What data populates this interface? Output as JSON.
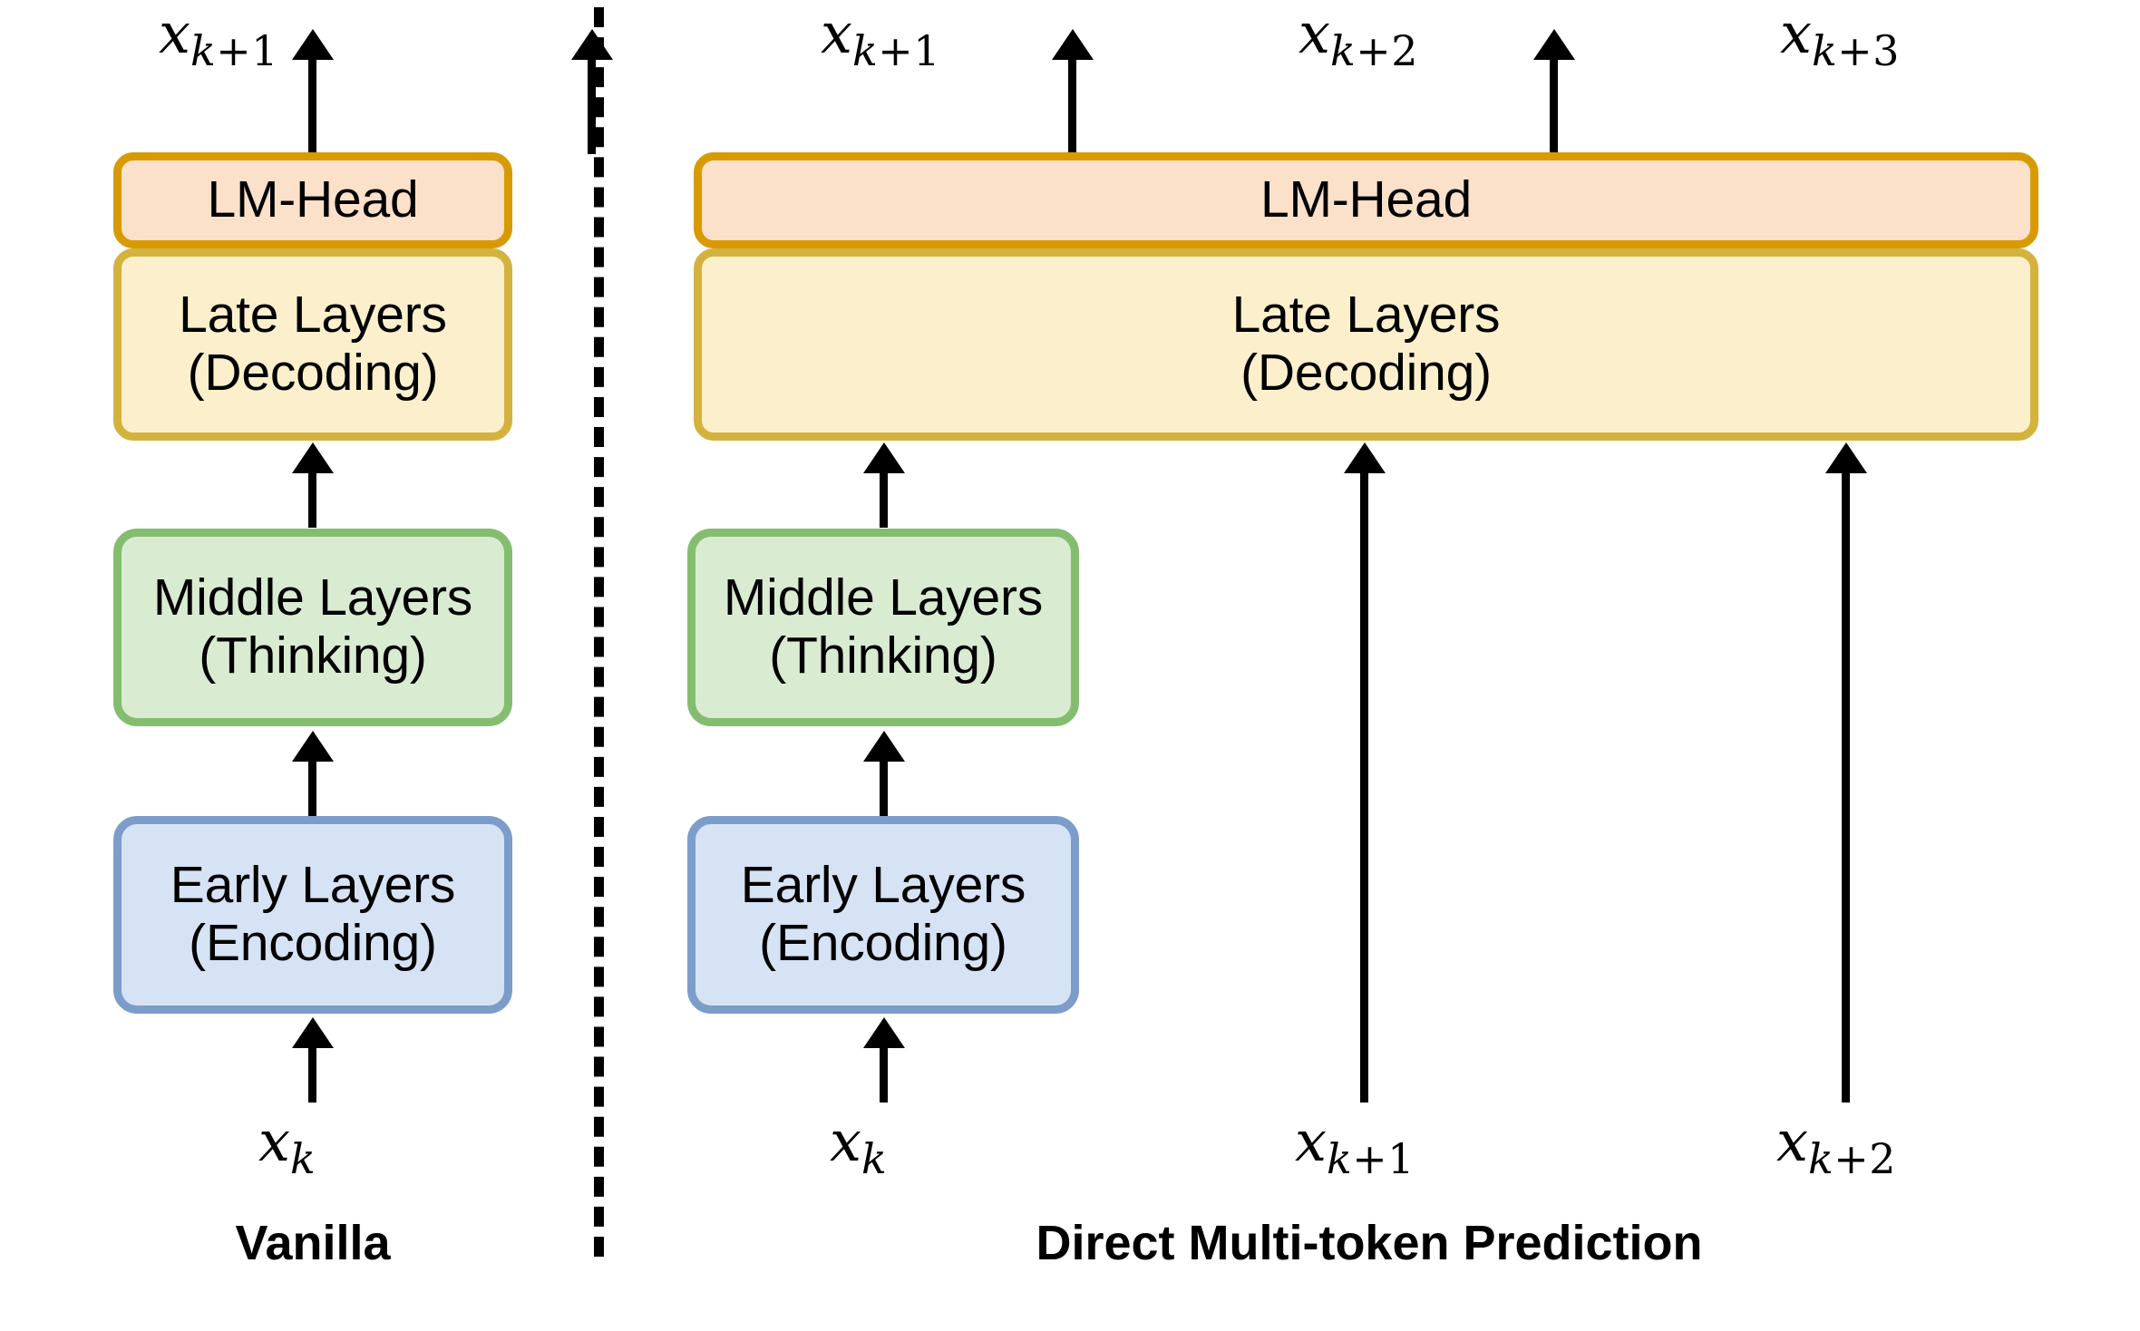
{
  "diagram": {
    "title_left": "Vanilla",
    "title_right": "Direct Multi-token Prediction",
    "blocks": {
      "lm_head": "LM-Head",
      "late_line1": "Late Layers",
      "late_line2": "(Decoding)",
      "middle_line1": "Middle Layers",
      "middle_line2": "(Thinking)",
      "early_line1": "Early Layers",
      "early_line2": "(Encoding)"
    },
    "colors": {
      "lm_head_border": "#D89A03",
      "lm_head_fill": "#FBE0CA",
      "late_border": "#D4B23E",
      "late_fill": "#FCF0CC",
      "middle_border": "#84BD6F",
      "middle_fill": "#D9EBD1",
      "early_border": "#7C9DC9",
      "early_fill": "#D6E3F4",
      "arrow": "#000000",
      "background": "#FFFFFF"
    },
    "left_panel": {
      "output_token": {
        "base": "x",
        "sub_index": "k",
        "sub_op": "+",
        "sub_offset": "1"
      },
      "input_token": {
        "base": "x",
        "sub_index": "k",
        "sub_op": "",
        "sub_offset": ""
      }
    },
    "right_panel": {
      "outputs": [
        {
          "base": "x",
          "sub_index": "k",
          "sub_op": "+",
          "sub_offset": "1"
        },
        {
          "base": "x",
          "sub_index": "k",
          "sub_op": "+",
          "sub_offset": "2"
        },
        {
          "base": "x",
          "sub_index": "k",
          "sub_op": "+",
          "sub_offset": "3"
        }
      ],
      "inputs": [
        {
          "base": "x",
          "sub_index": "k",
          "sub_op": "",
          "sub_offset": ""
        },
        {
          "base": "x",
          "sub_index": "k",
          "sub_op": "+",
          "sub_offset": "1"
        },
        {
          "base": "x",
          "sub_index": "k",
          "sub_op": "+",
          "sub_offset": "2"
        }
      ]
    }
  }
}
